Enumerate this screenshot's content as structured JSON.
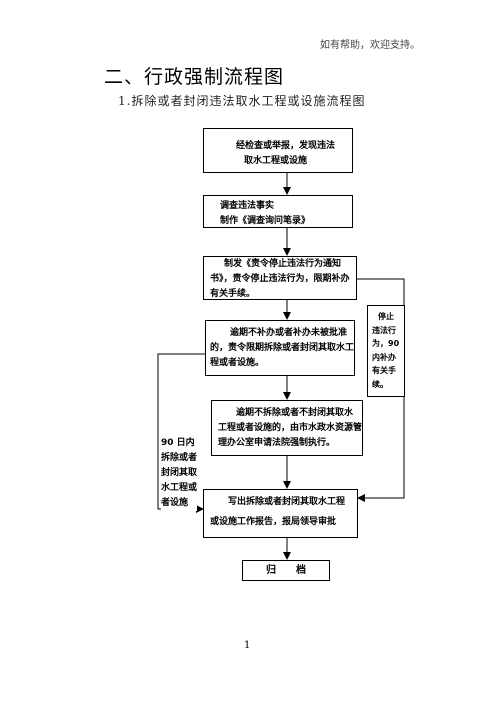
{
  "header": {
    "note": "如有帮助，欢迎支持。"
  },
  "section": {
    "title": "二、行政强制流程图"
  },
  "subsection": {
    "title": "1.拆除或者封闭违法取水工程或设施流程图"
  },
  "flow": {
    "step1": {
      "lines": [
        "经检查或举报，发现违法",
        "取水工程或设施"
      ]
    },
    "step2": {
      "lines": [
        "调查违法事实",
        "制作《调查询问笔录》"
      ]
    },
    "step3": {
      "lines": [
        "制发《责令停止违法行为通知",
        "书》，责令停止违法行为，限期补办",
        "有关手续。"
      ]
    },
    "step4": {
      "lines": [
        "逾期不补办或者补办未被批准",
        "的，责令限期拆除或者封闭其取水工",
        "程或者设施。"
      ]
    },
    "step5": {
      "lines": [
        "逾期不拆除或者不封闭其取水",
        "工程或者设施的，由市水政水资源管",
        "理办公室申请法院强制执行。"
      ]
    },
    "step6": {
      "lines": [
        "写出拆除或者封闭其取水工程",
        "或设施工作报告，报局领导审批"
      ]
    },
    "step7": {
      "label": "归　　档"
    },
    "side_right": {
      "lines": [
        "停止",
        "违法行",
        "为，90",
        "内补办",
        "有关手",
        "续。"
      ]
    },
    "side_left": {
      "lines": [
        "90 日内",
        "拆除或者",
        "封闭其取",
        "水工程或",
        "者设施"
      ]
    }
  },
  "footer": {
    "page": "1"
  }
}
